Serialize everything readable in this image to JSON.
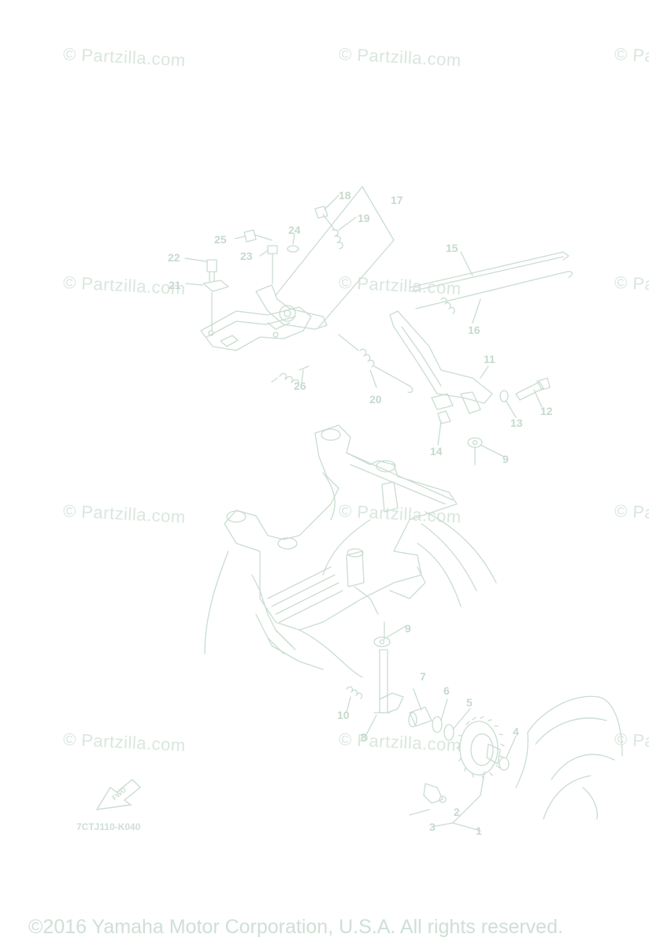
{
  "colors": {
    "line": "#c9ddd0",
    "label": "#c6dacc",
    "watermark": "#d9e7dd"
  },
  "watermark": {
    "text": "© Partzilla.com"
  },
  "diagram": {
    "code": "7CTJ110-K040",
    "fwd_label": "FWD",
    "callouts": [
      "1",
      "2",
      "3",
      "4",
      "5",
      "6",
      "7",
      "8",
      "9",
      "9",
      "10",
      "11",
      "12",
      "13",
      "14",
      "15",
      "16",
      "17",
      "18",
      "19",
      "20",
      "21",
      "22",
      "23",
      "24",
      "25",
      "26"
    ]
  },
  "footer": {
    "copyright": "©2016 Yamaha Motor Corporation, U.S.A. All rights reserved."
  }
}
